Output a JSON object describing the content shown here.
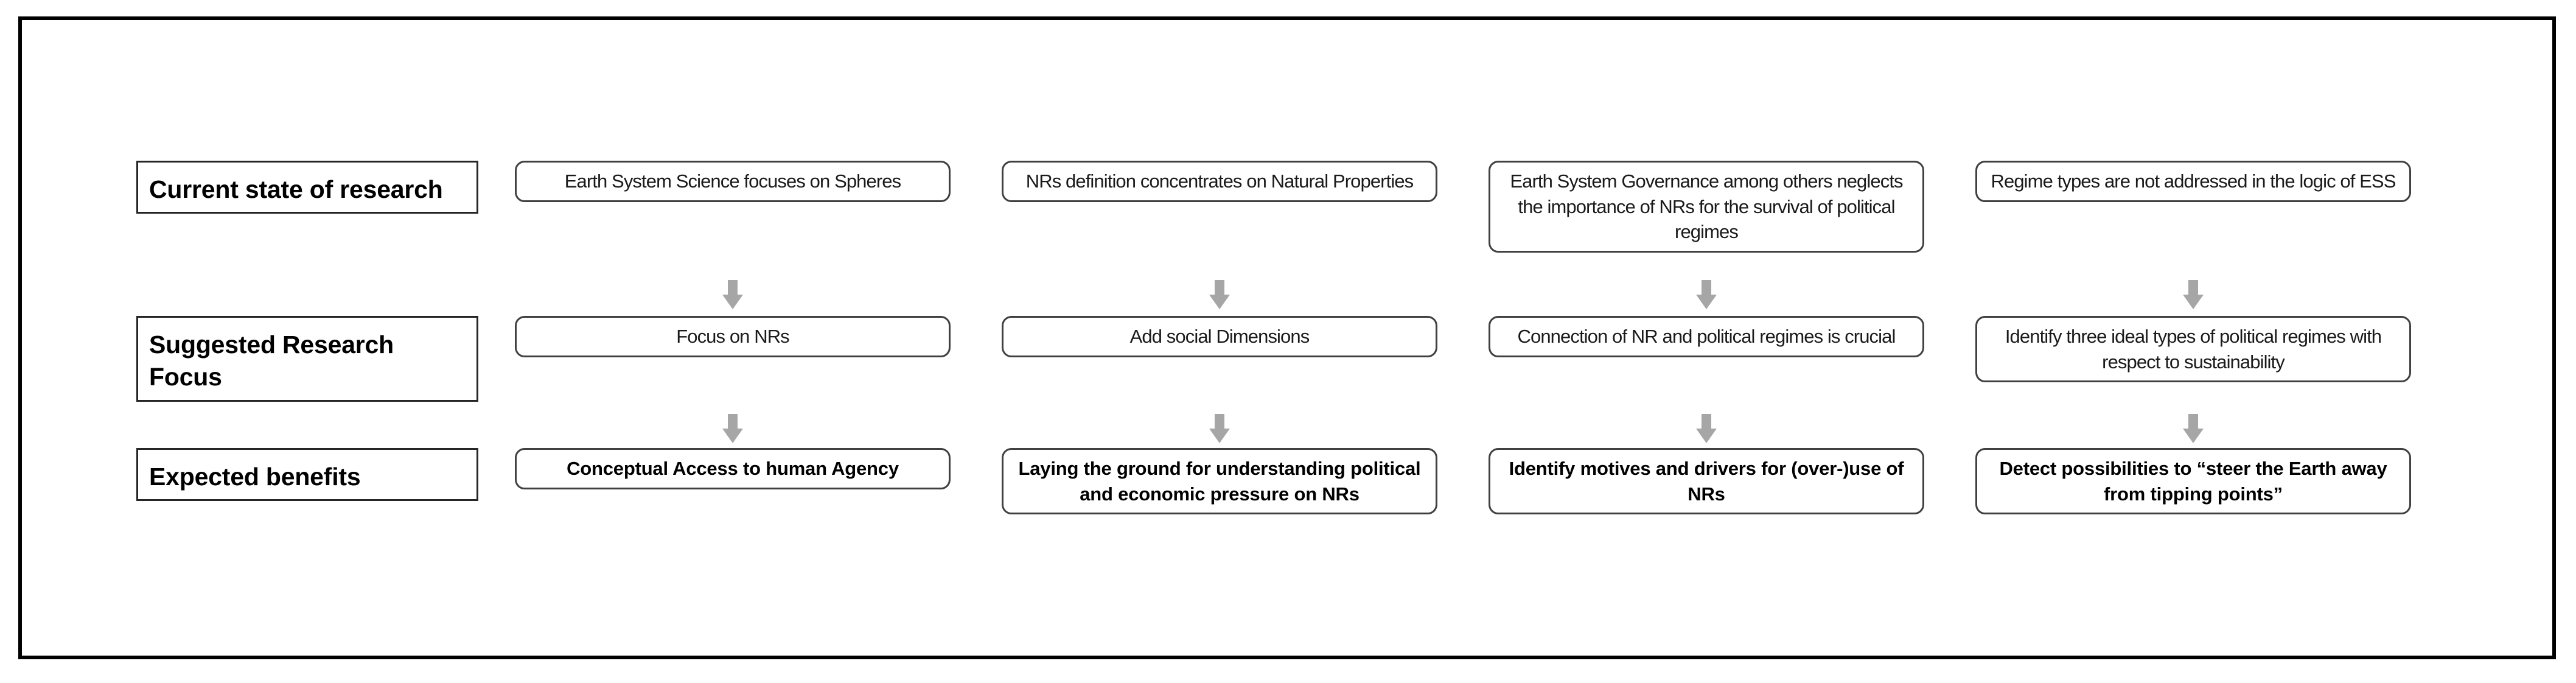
{
  "figure": {
    "rows": [
      {
        "label": "Current state of research",
        "cells": [
          {
            "text": "Earth System Science focuses on Spheres",
            "emphasis": "normal"
          },
          {
            "text": "NRs definition concentrates on Natural Properties",
            "emphasis": "normal"
          },
          {
            "text": "Earth System Governance among others neglects the importance of NRs for the survival of political regimes",
            "emphasis": "normal"
          },
          {
            "text": "Regime types are not addressed in the logic of ESS",
            "emphasis": "normal"
          }
        ]
      },
      {
        "label": "Suggested Research Focus",
        "cells": [
          {
            "text": "Focus on NRs",
            "emphasis": "normal"
          },
          {
            "text": "Add social Dimensions",
            "emphasis": "normal"
          },
          {
            "text": "Connection of NR and political regimes is crucial",
            "emphasis": "normal"
          },
          {
            "text": "Identify three ideal types of political regimes with respect to sustainability",
            "emphasis": "normal"
          }
        ]
      },
      {
        "label": "Expected benefits",
        "cells": [
          {
            "text": "Conceptual  Access to human Agency",
            "emphasis": "bold"
          },
          {
            "text": "Laying the ground for understanding political and economic pressure on NRs",
            "emphasis": "bold"
          },
          {
            "text": "Identify motives and drivers for (over-)use of NRs",
            "emphasis": "bold"
          },
          {
            "text": "Detect possibilities to “steer the Earth away from tipping points”",
            "emphasis": "bold"
          }
        ]
      }
    ],
    "arrow_icon": "arrow-down-icon",
    "colors": {
      "frame_border": "#000000",
      "label_box_border": "#262626",
      "content_box_border": "#404040",
      "arrow_fill": "#a6a6a6",
      "text": "#1a1a1a",
      "background": "#ffffff"
    }
  }
}
